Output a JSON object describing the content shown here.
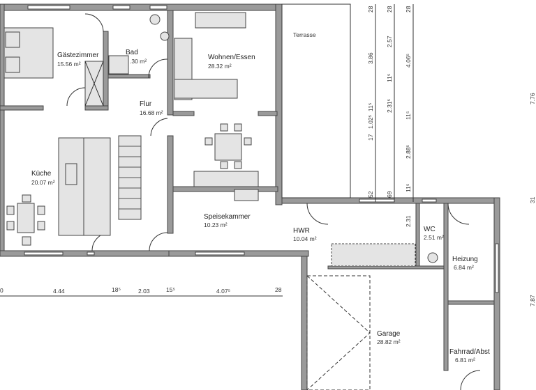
{
  "rooms": [
    {
      "name": "Gästezimmer",
      "area": "15.56 m²"
    },
    {
      "name": "Bad",
      "area": ".30 m²"
    },
    {
      "name": "Wohnen/Essen",
      "area": "28.32 m²"
    },
    {
      "name": "Flur",
      "area": "16.68 m²"
    },
    {
      "name": "Terrasse",
      "area": ""
    },
    {
      "name": "Küche",
      "area": "20.07 m²"
    },
    {
      "name": "Speisekammer",
      "area": "10.23 m²"
    },
    {
      "name": "HWR",
      "area": "10.04 m²"
    },
    {
      "name": "WC",
      "area": "2.51 m²"
    },
    {
      "name": "Heizung",
      "area": "6.84 m²"
    },
    {
      "name": "Garage",
      "area": "28.82 m²"
    },
    {
      "name": "Fahrrad/Abst",
      "area": "6.81 m²"
    }
  ],
  "horizontal_dims": [
    "0",
    "4.44",
    "18⁵",
    "2.03",
    "15⁵",
    "4.07⁵",
    "28"
  ],
  "vertical_dims": {
    "line1": [
      "28",
      "3.86",
      "11⁵",
      "1.02⁵",
      "17",
      "52"
    ],
    "line2": [
      "28",
      "2.57",
      "11⁵",
      "2.31⁵",
      "69",
      "2.31"
    ],
    "line3": [
      "28",
      "4.06⁵",
      "11⁵",
      "2.88⁵",
      "11⁵"
    ],
    "overall": [
      "7.76",
      "31",
      "7.87"
    ]
  }
}
